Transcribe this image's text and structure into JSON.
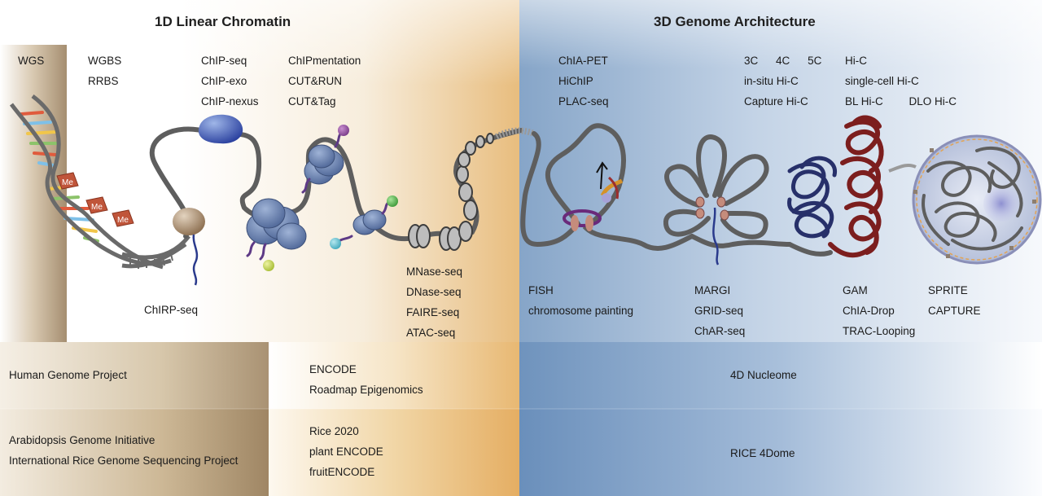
{
  "headers": {
    "linear": "1D Linear Chromatin",
    "architecture": "3D Genome Architecture"
  },
  "methods": {
    "wgs": [
      "WGS"
    ],
    "bisulfite": [
      "WGBS",
      "RRBS"
    ],
    "chip": [
      "ChIP-seq",
      "ChIP-exo",
      "ChIP-nexus"
    ],
    "chip2": [
      "ChIPmentation",
      "CUT&RUN",
      "CUT&Tag"
    ],
    "chirp": [
      "ChIRP-seq"
    ],
    "accessibility": [
      "MNase-seq",
      "DNase-seq",
      "FAIRE-seq",
      "ATAC-seq"
    ],
    "chia": [
      "ChIA-PET",
      "HiChIP",
      "PLAC-seq"
    ],
    "c_methods_row": [
      "3C",
      "4C",
      "5C"
    ],
    "c_methods_more": [
      "in-situ Hi-C",
      "Capture Hi-C"
    ],
    "hic": [
      "Hi-C",
      "single-cell Hi-C"
    ],
    "hic_variants": [
      "BL Hi-C",
      "DLO Hi-C"
    ],
    "fish": [
      "FISH",
      "chromosome painting"
    ],
    "rna_chromatin": [
      "MARGI",
      "GRID-seq",
      "ChAR-seq"
    ],
    "ligation_free": [
      "GAM",
      "ChIA-Drop",
      "TRAC-Looping"
    ],
    "sprite": [
      "SPRITE",
      "CAPTURE"
    ]
  },
  "dna_labels": {
    "methyl": [
      "Me",
      "Me",
      "Me"
    ]
  },
  "projects": {
    "human_genome": "Human Genome Project",
    "encode_human": [
      "ENCODE",
      "Roadmap Epigenomics"
    ],
    "nucleome": "4D Nucleome",
    "plant_genome": [
      "Arabidopsis Genome Initiative",
      "International Rice Genome Sequencing Project"
    ],
    "plant_encode": [
      "Rice 2020",
      "plant ENCODE",
      "fruitENCODE"
    ],
    "rice_4dome": "RICE 4Dome"
  },
  "colors": {
    "tan": "#a18a6c",
    "gold": "#e6b877",
    "blue": "#7d9ec3",
    "chromatin": "#5a5a5a",
    "nucleosome": "#5d78a8",
    "blueCompartment": "#27306a",
    "redCompartment": "#7c1e1e"
  }
}
